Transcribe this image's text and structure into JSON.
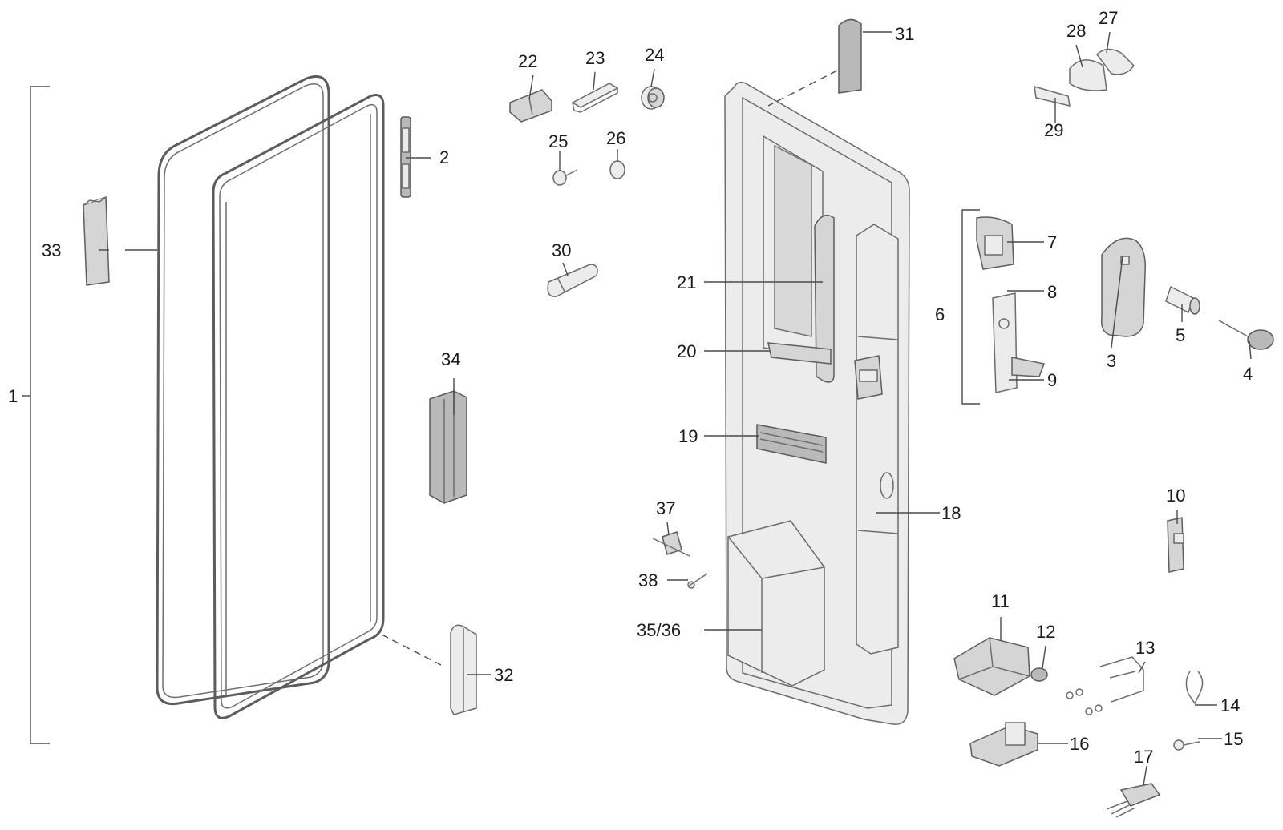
{
  "callouts": {
    "c1": "1",
    "c2": "2",
    "c3": "3",
    "c4": "4",
    "c5": "5",
    "c6": "6",
    "c7": "7",
    "c8": "8",
    "c9": "9",
    "c10": "10",
    "c11": "11",
    "c12": "12",
    "c13": "13",
    "c14": "14",
    "c15": "15",
    "c16": "16",
    "c17": "17",
    "c18": "18",
    "c19": "19",
    "c20": "20",
    "c21": "21",
    "c22": "22",
    "c23": "23",
    "c24": "24",
    "c25": "25",
    "c26": "26",
    "c27": "27",
    "c28": "28",
    "c29": "29",
    "c30": "30",
    "c31": "31",
    "c32": "32",
    "c33": "33",
    "c34": "34",
    "c3536": "35/36",
    "c37": "37",
    "c38": "38"
  }
}
